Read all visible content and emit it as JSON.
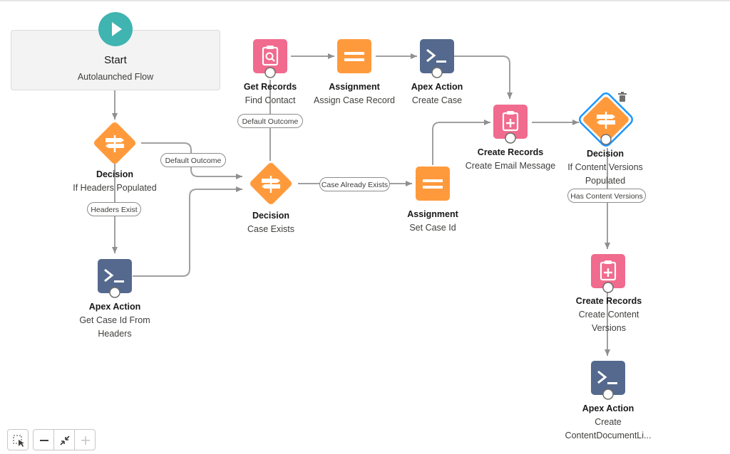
{
  "start": {
    "title": "Start",
    "subtitle": "Autolaunched Flow"
  },
  "nodes": {
    "get_records": {
      "type": "Get Records",
      "label": "Find Contact"
    },
    "assignment_1": {
      "type": "Assignment",
      "label": "Assign Case Record"
    },
    "apex_1": {
      "type": "Apex Action",
      "label": "Create Case"
    },
    "decision_headers": {
      "type": "Decision",
      "label": "If Headers Populated"
    },
    "decision_case": {
      "type": "Decision",
      "label": "Case Exists"
    },
    "assignment_2": {
      "type": "Assignment",
      "label": "Set Case Id"
    },
    "create_records_1": {
      "type": "Create Records",
      "label": "Create Email Message"
    },
    "decision_content": {
      "type": "Decision",
      "label_line1": "If Content Versions",
      "label_line2": "Populated"
    },
    "apex_2": {
      "type": "Apex Action",
      "label_line1": "Get Case Id From",
      "label_line2": "Headers"
    },
    "create_records_2": {
      "type": "Create Records",
      "label_line1": "Create Content",
      "label_line2": "Versions"
    },
    "apex_3": {
      "type": "Apex Action",
      "label_line1": "Create",
      "label_line2": "ContentDocumentLi..."
    }
  },
  "connectors": {
    "default_outcome_1": "Default Outcome",
    "default_outcome_2": "Default Outcome",
    "headers_exist": "Headers Exist",
    "case_already_exists": "Case Already Exists",
    "has_content_versions": "Has Content Versions"
  },
  "colors": {
    "start": "#3fb4b0",
    "decision": "#ff9a3c",
    "assignment": "#ff9a3c",
    "get_records": "#f06b8e",
    "create_records": "#f06b8e",
    "apex": "#54698d",
    "connector": "#a0a0a0",
    "selected": "#1b96ff"
  },
  "icons": {
    "start": "play-icon",
    "decision": "decision-icon",
    "assignment": "equals-icon",
    "get_records": "clipboard-search-icon",
    "create_records": "clipboard-plus-icon",
    "apex": "terminal-icon",
    "delete": "trash-icon"
  },
  "toolbar": [
    "select-elements-icon",
    "zoom-out-icon",
    "fit-view-icon",
    "zoom-in-icon"
  ]
}
